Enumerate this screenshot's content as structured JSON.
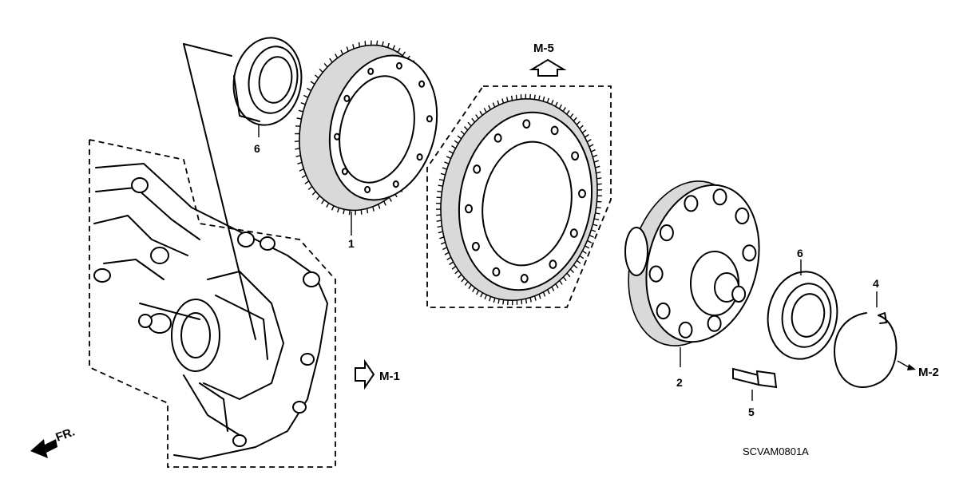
{
  "callouts": {
    "ring_gear": "1",
    "differential_case": "2",
    "snap_ring": "4",
    "bolt": "5",
    "bearing_left": "6",
    "bearing_right": "6"
  },
  "references": {
    "m5": "M-5",
    "m1": "M-1",
    "m2": "M-2"
  },
  "direction_label": "FR.",
  "diagram_code": "SCVAM0801A"
}
